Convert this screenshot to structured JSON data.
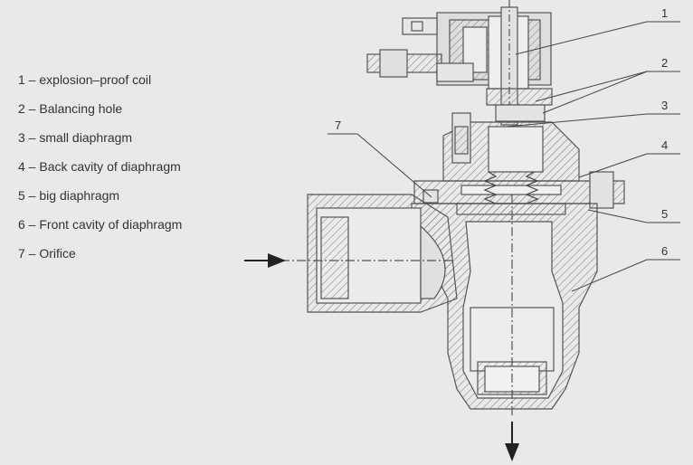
{
  "legend": [
    {
      "number": "1",
      "text": "explosion–proof coil"
    },
    {
      "number": "2",
      "text": "Balancing hole"
    },
    {
      "number": "3",
      "text": "small diaphragm"
    },
    {
      "number": "4",
      "text": "Back cavity of diaphragm"
    },
    {
      "number": "5",
      "text": "big diaphragm"
    },
    {
      "number": "6",
      "text": "Front cavity of diaphragm"
    },
    {
      "number": "7",
      "text": "Orifice"
    }
  ],
  "callouts": [
    "1",
    "2",
    "3",
    "4",
    "5",
    "6",
    "7"
  ],
  "colors": {
    "background": "#e9e9e9",
    "line": "#555555",
    "hatch": "#777777"
  }
}
